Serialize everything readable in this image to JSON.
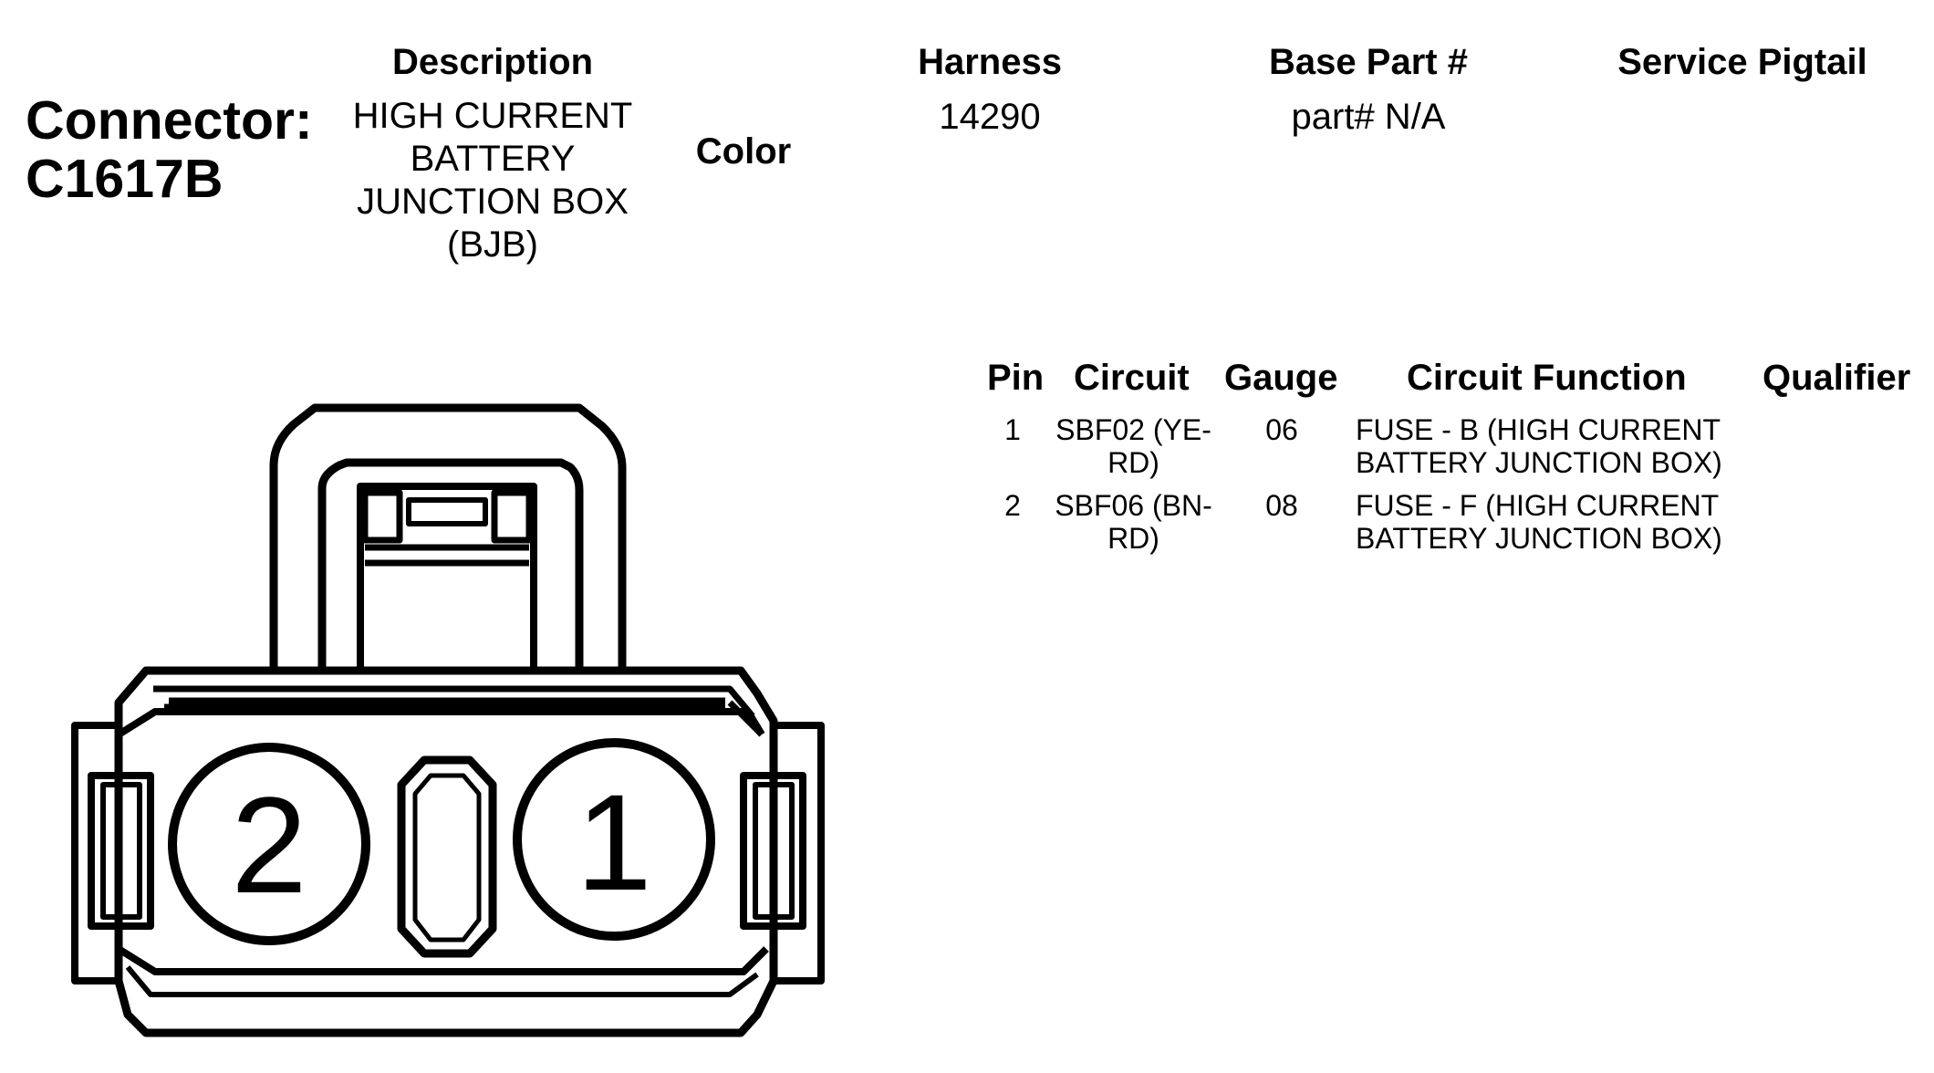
{
  "connector": {
    "label": "Connector:",
    "id": "C1617B"
  },
  "headers": {
    "description": "Description",
    "color": "Color",
    "harness": "Harness",
    "base_part": "Base Part #",
    "service_pigtail": "Service Pigtail"
  },
  "values": {
    "description": "HIGH CURRENT BATTERY JUNCTION BOX (BJB)",
    "harness": "14290",
    "base_part": "part# N/A"
  },
  "pin_table": {
    "columns": [
      "Pin",
      "Circuit",
      "Gauge",
      "Circuit Function",
      "Qualifier"
    ],
    "rows": [
      {
        "pin": "1",
        "circuit_line1": "SBF02 (YE-",
        "circuit_line2": "RD)",
        "gauge": "06",
        "function_line1": "FUSE - B (HIGH CURRENT",
        "function_line2": "BATTERY JUNCTION BOX)"
      },
      {
        "pin": "2",
        "circuit_line1": "SBF06 (BN-",
        "circuit_line2": "RD)",
        "gauge": "08",
        "function_line1": "FUSE - F (HIGH CURRENT",
        "function_line2": "BATTERY JUNCTION BOX)"
      }
    ]
  },
  "diagram": {
    "pin_labels": [
      "2",
      "1"
    ]
  }
}
